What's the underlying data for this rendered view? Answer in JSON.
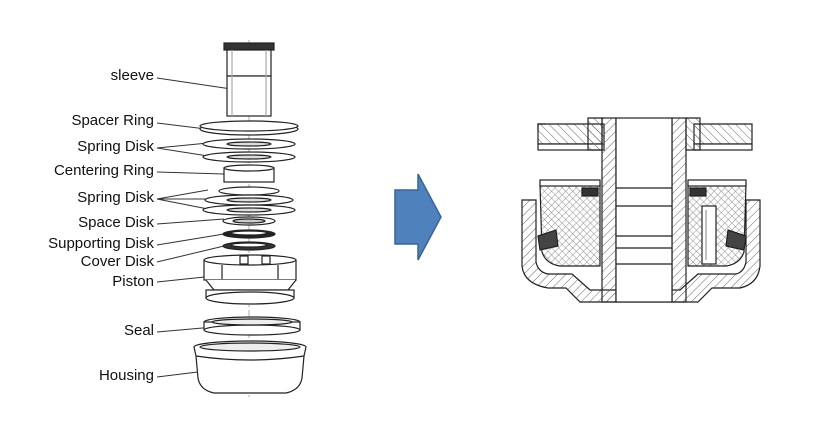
{
  "labels": [
    "sleeve",
    "Spacer Ring",
    "Spring Disk",
    "Centering Ring",
    "Spring Disk",
    "Space Disk",
    "Supporting Disk",
    "Cover Disk",
    "Piston",
    "Seal",
    "Housing"
  ],
  "colors": {
    "arrow_fill": "#4f81bd",
    "arrow_stroke": "#3a6496",
    "line": "#222222",
    "hatch": "#555555"
  }
}
